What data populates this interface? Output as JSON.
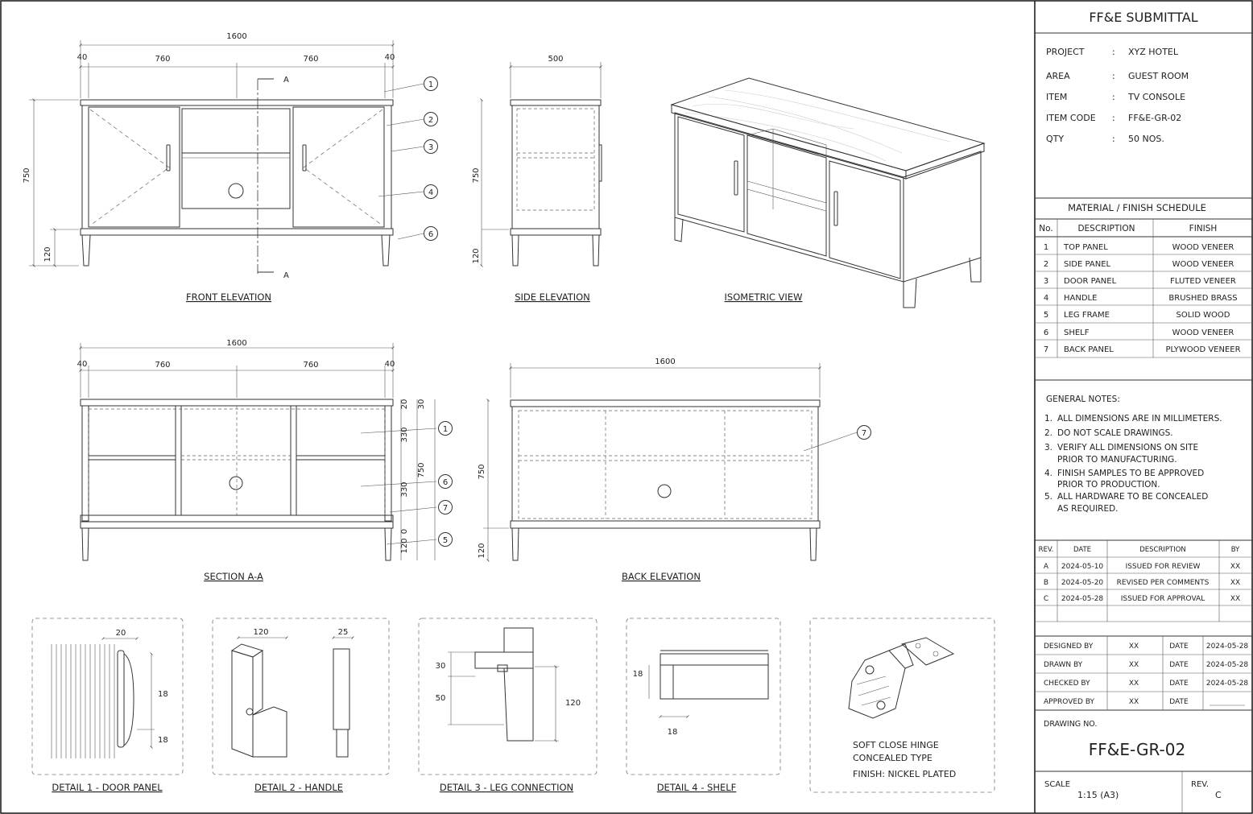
{
  "views": {
    "front": "FRONT ELEVATION",
    "side": "SIDE ELEVATION",
    "iso": "ISOMETRIC VIEW",
    "section": "SECTION A-A",
    "back": "BACK ELEVATION",
    "section_marker": "A"
  },
  "details": {
    "d1": "DETAIL 1 - DOOR PANEL",
    "d2": "DETAIL 2 - HANDLE",
    "d3": "DETAIL 3 - LEG CONNECTION",
    "d4": "DETAIL 4 - SHELF",
    "hinge": [
      "SOFT CLOSE HINGE",
      "CONCEALED TYPE",
      "FINISH: NICKEL PLATED"
    ]
  },
  "dims": {
    "total": "1600",
    "side": "40",
    "half": "760",
    "height": "750",
    "leg": "120",
    "depth": "500",
    "s20": "20",
    "s330": "330",
    "s30": "30",
    "s0": "0",
    "d1_20": "20",
    "d1_18": "18",
    "d2_120": "120",
    "d2_25": "25",
    "d3_30": "30",
    "d3_50": "50",
    "d3_120": "120",
    "d4_18": "18"
  },
  "callouts": [
    "1",
    "2",
    "3",
    "4",
    "5",
    "6",
    "7"
  ],
  "title_block": {
    "title": "FF&E SUBMITTAL",
    "info": [
      {
        "k": "PROJECT",
        "v": "XYZ HOTEL"
      },
      {
        "k": "AREA",
        "v": "GUEST ROOM"
      },
      {
        "k": "ITEM",
        "v": "TV CONSOLE"
      },
      {
        "k": "ITEM CODE",
        "v": "FF&E-GR-02"
      },
      {
        "k": "QTY",
        "v": "50 NOS."
      }
    ],
    "sep": ":",
    "schedule_title": "MATERIAL / FINISH SCHEDULE",
    "schedule_headers": [
      "No.",
      "DESCRIPTION",
      "FINISH"
    ],
    "schedule": [
      [
        "1",
        "TOP PANEL",
        "WOOD VENEER"
      ],
      [
        "2",
        "SIDE PANEL",
        "WOOD VENEER"
      ],
      [
        "3",
        "DOOR PANEL",
        "FLUTED VENEER"
      ],
      [
        "4",
        "HANDLE",
        "BRUSHED BRASS"
      ],
      [
        "5",
        "LEG FRAME",
        "SOLID WOOD"
      ],
      [
        "6",
        "SHELF",
        "WOOD VENEER"
      ],
      [
        "7",
        "BACK PANEL",
        "PLYWOOD VENEER"
      ]
    ],
    "notes_title": "GENERAL NOTES:",
    "notes": [
      [
        "1.",
        "ALL DIMENSIONS ARE IN MILLIMETERS."
      ],
      [
        "2.",
        "DO NOT SCALE DRAWINGS."
      ],
      [
        "3.",
        "VERIFY ALL DIMENSIONS ON SITE"
      ],
      [
        "",
        "PRIOR TO MANUFACTURING."
      ],
      [
        "4.",
        "FINISH SAMPLES TO BE APPROVED"
      ],
      [
        "",
        "PRIOR TO PRODUCTION."
      ],
      [
        "5.",
        "ALL HARDWARE TO BE CONCEALED"
      ],
      [
        "",
        "AS REQUIRED."
      ]
    ],
    "rev_headers": [
      "REV.",
      "DATE",
      "DESCRIPTION",
      "BY"
    ],
    "revisions": [
      [
        "A",
        "2024-05-10",
        "ISSUED FOR REVIEW",
        "XX"
      ],
      [
        "B",
        "2024-05-20",
        "REVISED PER COMMENTS",
        "XX"
      ],
      [
        "C",
        "2024-05-28",
        "ISSUED FOR APPROVAL",
        "XX"
      ]
    ],
    "signoffs": [
      [
        "DESIGNED BY",
        "XX",
        "DATE",
        "2024-05-28"
      ],
      [
        "DRAWN BY",
        "XX",
        "DATE",
        "2024-05-28"
      ],
      [
        "CHECKED BY",
        "XX",
        "DATE",
        "2024-05-28"
      ],
      [
        "APPROVED BY",
        "XX",
        "DATE",
        ""
      ]
    ],
    "drawing_no_label": "DRAWING NO.",
    "drawing_no": "FF&E-GR-02",
    "scale_label": "SCALE",
    "scale": "1:15  (A3)",
    "rev_label": "REV.",
    "rev": "C"
  }
}
